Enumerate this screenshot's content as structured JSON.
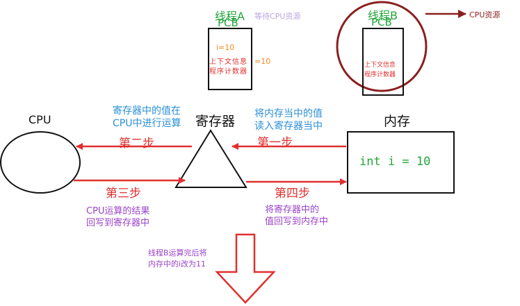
{
  "thread_a": {
    "title": "线程A",
    "pcb": "PCB",
    "status": "等待CPU资源",
    "var_line": "i=10",
    "context_line1": "上下文信息",
    "context_line2": "程序计数器",
    "context_value": "=10"
  },
  "thread_b": {
    "title": "线程B",
    "pcb": "PCB",
    "context_line1": "上下文信息",
    "context_line2": "程序计数器",
    "resource_label": "CPU资源"
  },
  "cpu": {
    "label": "CPU"
  },
  "register": {
    "label": "寄存器"
  },
  "memory": {
    "label": "内存",
    "content": "int i = 10"
  },
  "steps": {
    "step1": {
      "label": "第一步",
      "desc_line1": "将内存当中的值",
      "desc_line2": "读入寄存器当中"
    },
    "step2": {
      "label": "第二步",
      "desc_line1": "寄存器中的值在",
      "desc_line2": "CPU中进行运算"
    },
    "step3": {
      "label": "第三步",
      "desc_line1": "CPU运算的结果",
      "desc_line2": "回写到寄存器中"
    },
    "step4": {
      "label": "第四步",
      "desc_line1": "将寄存器中的",
      "desc_line2": "值回写到内存中"
    }
  },
  "note": {
    "line1": "线程B运算完后将",
    "line2": "内存中的i改为11"
  },
  "colors": {
    "arrow_red": "#e0302f",
    "circle": "#8a1f1f",
    "green": "#22a63a",
    "blue": "#2a8fd6",
    "purple": "#9a43c8",
    "orange": "#ef8a1e"
  }
}
